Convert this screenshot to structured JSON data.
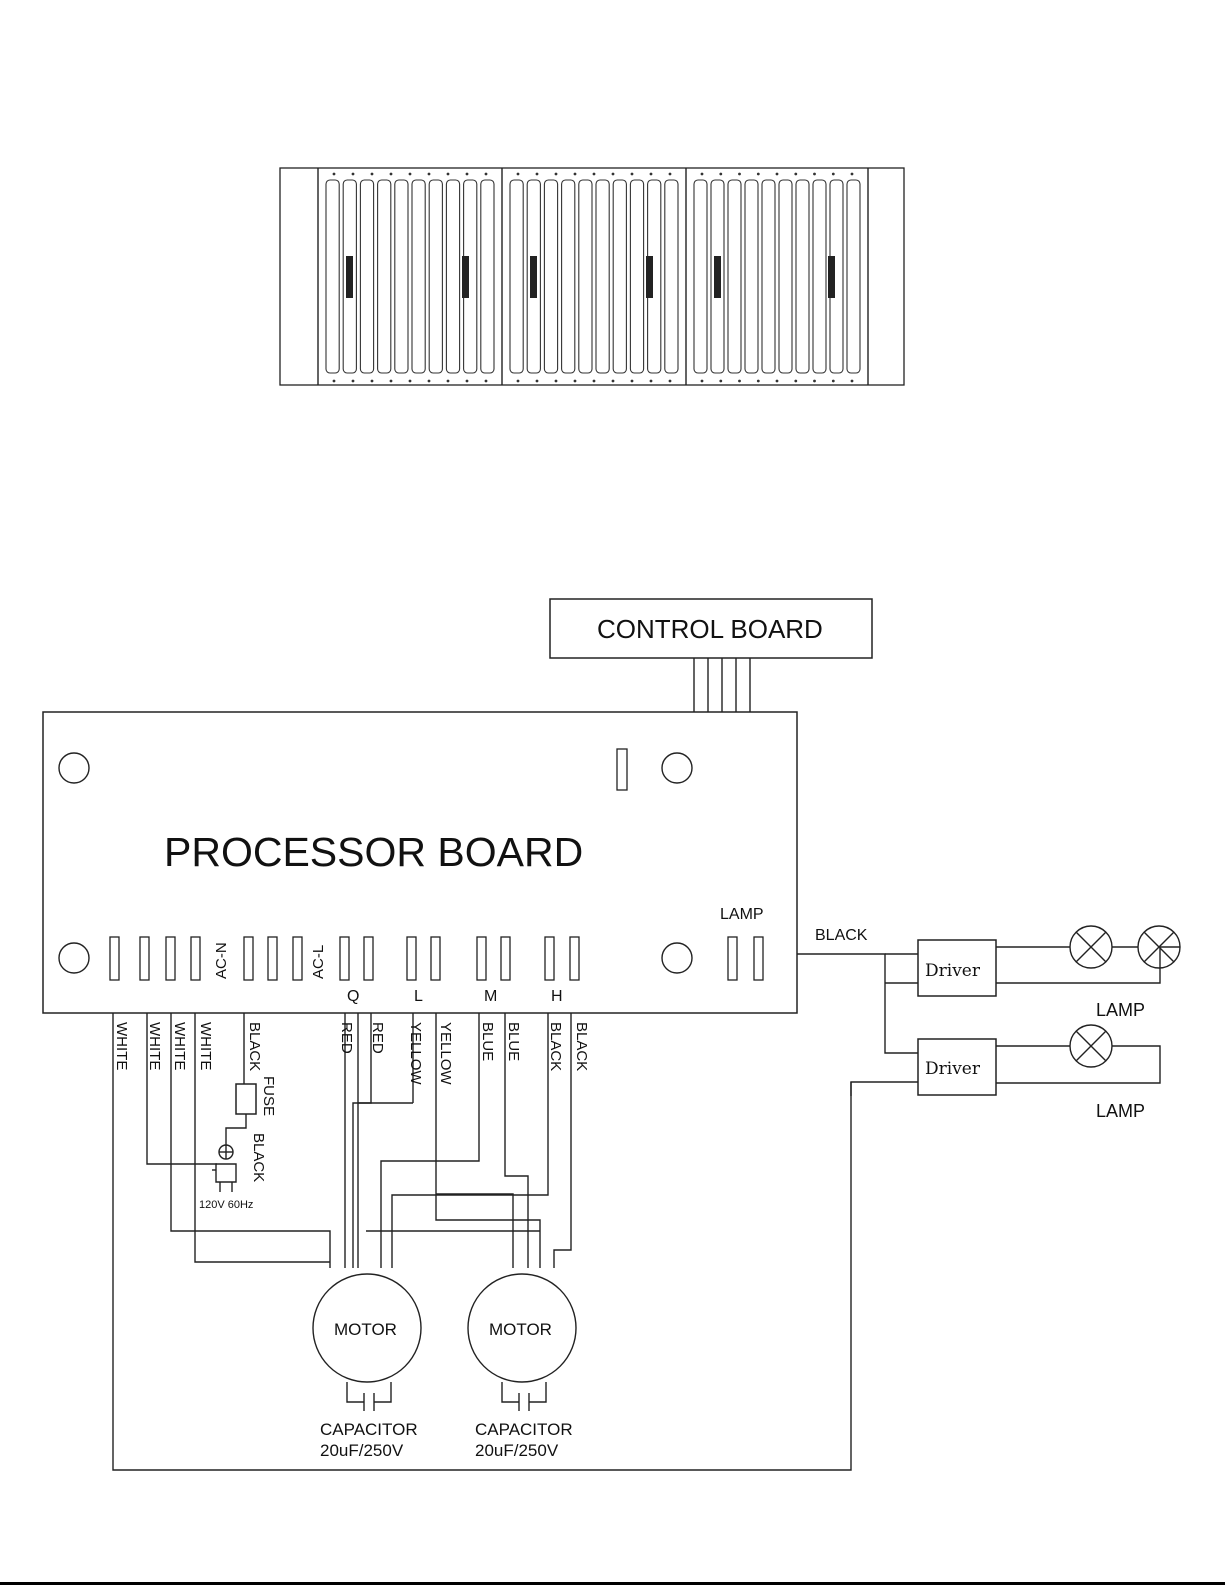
{
  "diagram": {
    "control_board": "CONTROL BOARD",
    "processor_board": "PROCESSOR BOARD",
    "terminals": {
      "ac_n": "AC-N",
      "ac_l": "AC-L",
      "q": "Q",
      "l": "L",
      "m": "M",
      "h": "H",
      "lamp": "LAMP"
    },
    "wires": [
      "WHITE",
      "WHITE",
      "WHITE",
      "WHITE",
      "BLACK",
      "RED",
      "RED",
      "YELLOW",
      "YELLOW",
      "BLUE",
      "BLUE",
      "BLACK",
      "BLACK"
    ],
    "fuse": "FUSE",
    "fuse_wire": "BLACK",
    "supply": "120V 60Hz",
    "lamp_wire": "BLACK",
    "driver_1": "Driver",
    "driver_2": "Driver",
    "lamp_label_1": "LAMP",
    "lamp_label_2": "LAMP",
    "motor_1": "MOTOR",
    "motor_2": "MOTOR",
    "capacitor_1": {
      "name": "CAPACITOR",
      "rating": "20uF/250V"
    },
    "capacitor_2": {
      "name": "CAPACITOR",
      "rating": "20uF/250V"
    }
  }
}
